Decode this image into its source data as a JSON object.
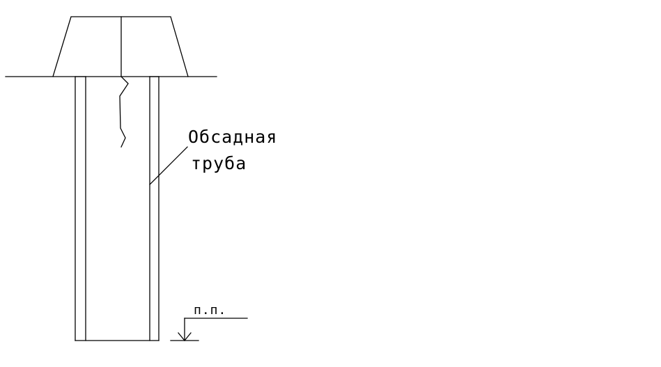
{
  "labels": {
    "casing_line1": "Обсадная",
    "casing_line2": "труба",
    "ground_mark": "п.п."
  },
  "colors": {
    "background": "#ffffff",
    "line": "#000000"
  }
}
